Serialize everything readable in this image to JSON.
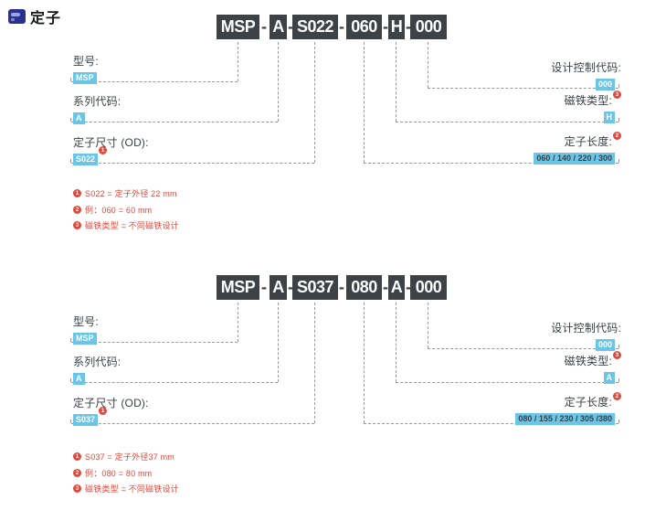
{
  "header": {
    "icon": "stator-icon",
    "title": "定子"
  },
  "colors": {
    "code_block_bg": "#3d4246",
    "highlight_cyan": "#6bc5e6",
    "footnote_red": "#e4483c",
    "connector_gray": "#95999d",
    "header_icon_navy": "#2b3190"
  },
  "sections": [
    {
      "code": {
        "parts": [
          "MSP",
          "A",
          "S022",
          "060",
          "H",
          "000"
        ],
        "separator": "-"
      },
      "left_fields": [
        {
          "label": "型号:",
          "value": "MSP",
          "sup": ""
        },
        {
          "label": "系列代码:",
          "value": "A",
          "sup": ""
        },
        {
          "label": "定子尺寸 (OD):",
          "value": "S022",
          "sup": "1"
        }
      ],
      "right_fields": [
        {
          "label": "设计控制代码:",
          "sup": "",
          "value": "000"
        },
        {
          "label": "磁铁类型:",
          "sup": "3",
          "value": "H"
        },
        {
          "label": "定子长度:",
          "sup": "2",
          "value": "060 / 140 / 220 / 300"
        }
      ],
      "footnotes": [
        {
          "num": "1",
          "text": "S022 = 定子外径 22 mm"
        },
        {
          "num": "2",
          "text": "例：060 = 60 mm"
        },
        {
          "num": "3",
          "text": "磁铁类型 = 不同磁铁设计"
        }
      ]
    },
    {
      "code": {
        "parts": [
          "MSP",
          "A",
          "S037",
          "080",
          "A",
          "000"
        ],
        "separator": "-"
      },
      "left_fields": [
        {
          "label": "型号:",
          "value": "MSP",
          "sup": ""
        },
        {
          "label": "系列代码:",
          "value": "A",
          "sup": ""
        },
        {
          "label": "定子尺寸 (OD):",
          "value": "S037",
          "sup": "1"
        }
      ],
      "right_fields": [
        {
          "label": "设计控制代码:",
          "sup": "",
          "value": "000"
        },
        {
          "label": "磁铁类型:",
          "sup": "3",
          "value": "A"
        },
        {
          "label": "定子长度:",
          "sup": "2",
          "value": "080 / 155 / 230 / 305 /380"
        }
      ],
      "footnotes": [
        {
          "num": "1",
          "text": "S037 = 定子外径37 mm"
        },
        {
          "num": "2",
          "text": "例：080 = 80 mm"
        },
        {
          "num": "3",
          "text": "磁铁类型 = 不同磁铁设计"
        }
      ]
    }
  ]
}
